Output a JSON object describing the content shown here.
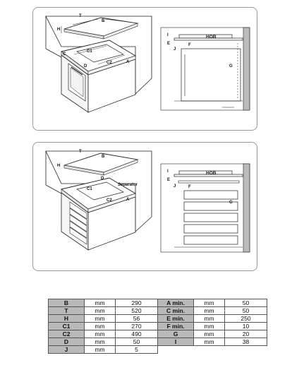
{
  "diagram_top": {
    "side_labels": [
      "B",
      "T",
      "H",
      "C",
      "C1",
      "C2",
      "D",
      "A"
    ],
    "section_labels": [
      "I",
      "J",
      "E",
      "F",
      "G"
    ],
    "hob_label": "HOB"
  },
  "diagram_bottom": {
    "side_labels": [
      "B",
      "T",
      "H",
      "D",
      "C1",
      "C2",
      "A"
    ],
    "section_labels": [
      "I",
      "J",
      "E",
      "F",
      "G"
    ],
    "hob_label": "HOB",
    "separator_label": "Separator"
  },
  "dimensions_table": {
    "rows": [
      {
        "left_key": "B",
        "left_unit": "mm",
        "left_value": "290",
        "right_key": "A min.",
        "right_unit": "mm",
        "right_value": "50"
      },
      {
        "left_key": "T",
        "left_unit": "mm",
        "left_value": "520",
        "right_key": "C min.",
        "right_unit": "mm",
        "right_value": "50"
      },
      {
        "left_key": "H",
        "left_unit": "mm",
        "left_value": "56",
        "right_key": "E min.",
        "right_unit": "mm",
        "right_value": "250"
      },
      {
        "left_key": "C1",
        "left_unit": "mm",
        "left_value": "270",
        "right_key": "F min.",
        "right_unit": "mm",
        "right_value": "10"
      },
      {
        "left_key": "C2",
        "left_unit": "mm",
        "left_value": "490",
        "right_key": "G",
        "right_unit": "mm",
        "right_value": "20"
      },
      {
        "left_key": "D",
        "left_unit": "mm",
        "left_value": "50",
        "right_key": "I",
        "right_unit": "mm",
        "right_value": "38"
      },
      {
        "left_key": "J",
        "left_unit": "mm",
        "left_value": "5",
        "right_key": "",
        "right_unit": "",
        "right_value": ""
      }
    ]
  }
}
